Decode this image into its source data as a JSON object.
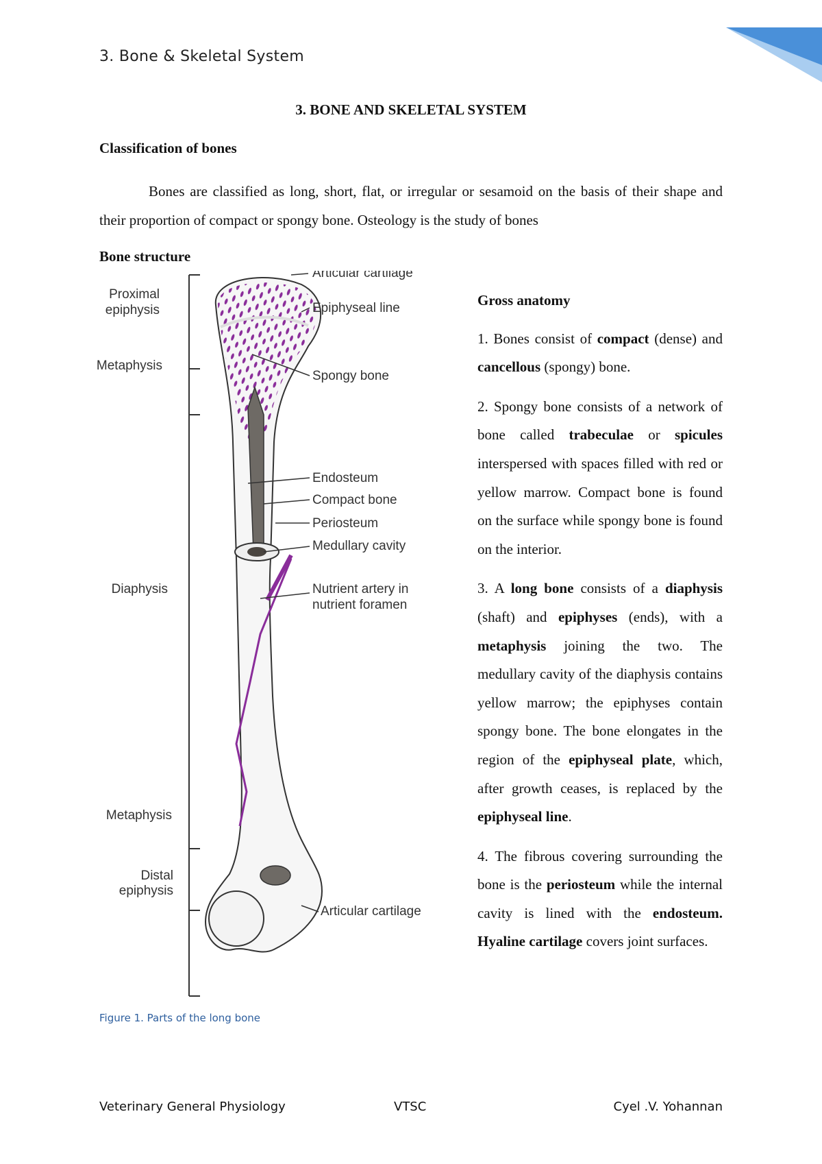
{
  "header": {
    "text": "3. Bone & Skeletal System"
  },
  "title": "3. BONE AND SKELETAL SYSTEM",
  "section1": {
    "heading": "Classification of bones",
    "body": "Bones are classified as long, short, flat, or irregular or sesamoid on the basis of their shape and their proportion of compact or spongy bone. Osteology is the study of bones"
  },
  "section2": {
    "heading": "Bone structure"
  },
  "figure": {
    "caption": "Figure 1. Parts of the long bone",
    "left_labels": {
      "proximal_1": "Proximal",
      "proximal_2": "epiphysis",
      "metaphysis_top": "Metaphysis",
      "diaphysis": "Diaphysis",
      "metaphysis_bottom": "Metaphysis",
      "distal_1": "Distal",
      "distal_2": "epiphysis"
    },
    "right_labels": {
      "articular_top": "Articular cartilage",
      "epiphyseal_line": "Epiphyseal line",
      "spongy_bone": "Spongy bone",
      "endosteum": "Endosteum",
      "compact_bone": "Compact bone",
      "periosteum": "Periosteum",
      "medullary_cavity": "Medullary cavity",
      "nutrient_1": "Nutrient artery in",
      "nutrient_2": "nutrient foramen",
      "articular_bottom": "Articular cartilage"
    },
    "colors": {
      "spongy": "#8a2d9a",
      "outline": "#333333",
      "vessel": "#8a2d9a"
    }
  },
  "gross_anatomy": {
    "heading": "Gross anatomy",
    "p1": {
      "a": "1. Bones consist of ",
      "b": "compact",
      "c": " (dense) and ",
      "d": "cancellous",
      "e": " (spongy) bone."
    },
    "p2": {
      "a": "2. Spongy bone consists of a network of bone called ",
      "b": "trabeculae",
      "c": " or ",
      "d": "spicules",
      "e": " interspersed with spaces filled with red or yellow marrow. Compact bone is found on the surface while spongy bone is found on the interior."
    },
    "p3": {
      "a": "3. A ",
      "b": "long bone",
      "c": " consists of a ",
      "d": "diaphysis",
      "e": " (shaft) and ",
      "f": "epiphyses",
      "g": " (ends), with a ",
      "h": "metaphysis",
      "i": " joining the two. The medullary cavity of the diaphysis contains yellow marrow; the epiphyses contain spongy bone. The bone elongates in the region of the ",
      "j": "epiphyseal plate",
      "k": ", which, after growth ceases, is replaced by the ",
      "l": "epiphyseal line",
      "m": "."
    },
    "p4": {
      "a": " 4. The fibrous covering surrounding the bone is the ",
      "b": "periosteum",
      "c": " while the internal cavity is lined with the ",
      "d": "endosteum.",
      "e": " ",
      "f": "Hyaline cartilage",
      "g": " covers joint surfaces."
    }
  },
  "footer": {
    "left": "Veterinary General Physiology",
    "center": "VTSC",
    "right": "Cyel .V. Yohannan"
  },
  "accent_colors": {
    "corner_dark": "#4a90d9",
    "corner_light": "#a9cdf0",
    "caption": "#2e5f9e"
  }
}
